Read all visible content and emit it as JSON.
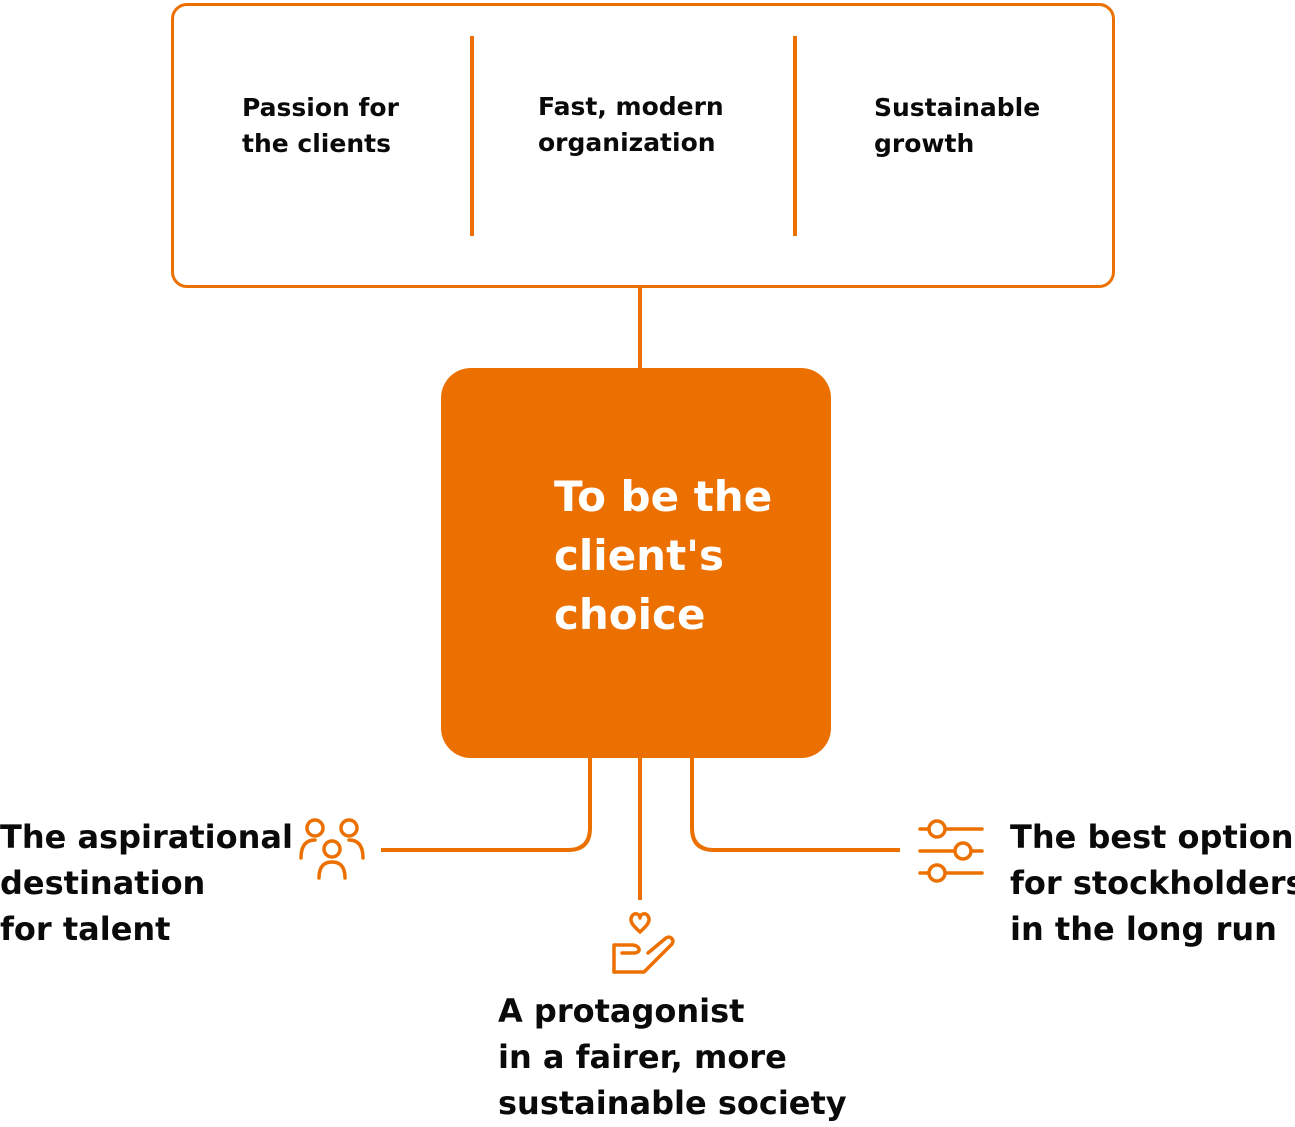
{
  "values": [
    {
      "line1": "Passion for",
      "line2": "the clients"
    },
    {
      "line1": "Fast, modern",
      "line2": "organization"
    },
    {
      "line1": "Sustainable",
      "line2": "growth"
    }
  ],
  "center": {
    "line1": "To be the",
    "line2": "client's",
    "line3": "choice"
  },
  "outcomes": {
    "talent": {
      "icon": "people-group-icon",
      "line1": "The aspirational",
      "line2": "destination",
      "line3": "for talent"
    },
    "society": {
      "icon": "hand-heart-icon",
      "line1": "A protagonist",
      "line2": "in a fairer, more",
      "line3": "sustainable society"
    },
    "stockholders": {
      "icon": "sliders-icon",
      "line1": "The best option",
      "line2": "for stockholders",
      "line3": "in the long run"
    }
  },
  "colors": {
    "accent": "#ec7000",
    "text": "#0a0a0a",
    "center_text": "#ffffff"
  }
}
